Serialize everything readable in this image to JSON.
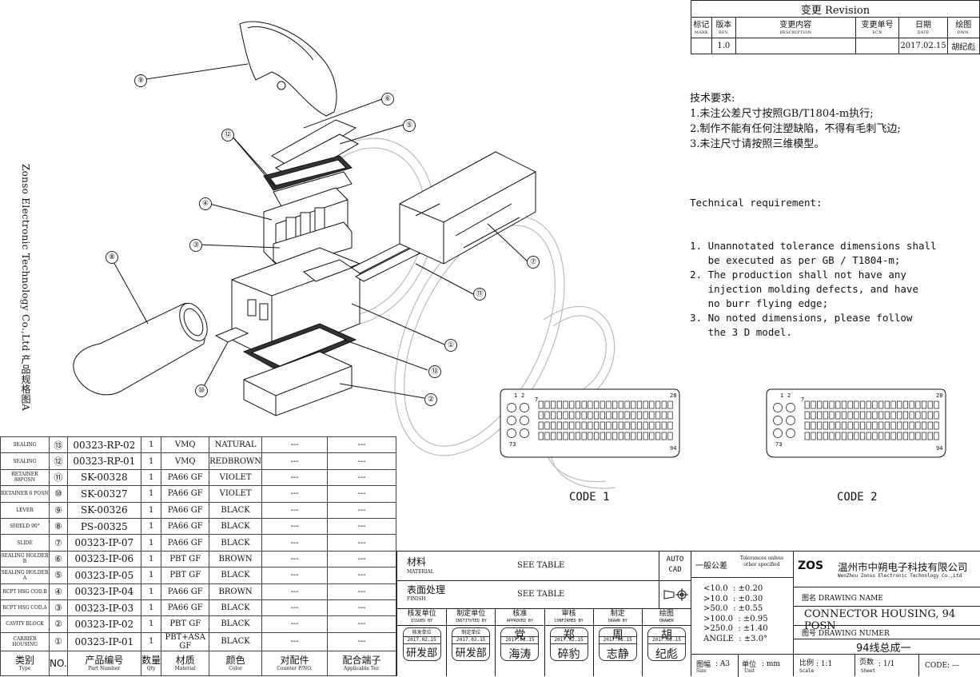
{
  "revision": {
    "title": "变更 Revision",
    "headers": [
      {
        "cn": "标记",
        "en": "MARK"
      },
      {
        "cn": "版本",
        "en": "REV."
      },
      {
        "cn": "变更内容",
        "en": "DESCRIPTION"
      },
      {
        "cn": "变更单号",
        "en": "ECN"
      },
      {
        "cn": "日期",
        "en": "DATE"
      },
      {
        "cn": "绘图",
        "en": "DWN."
      }
    ],
    "row": [
      "",
      "1.0",
      "",
      "",
      "2017.02.15",
      "胡纪彪"
    ]
  },
  "requirements": {
    "cn_title": "技术要求:",
    "cn_items": [
      "1.未注公差尺寸按照GB/T1804-m执行;",
      "2.制作不能有任何注塑缺陷，不得有毛刺飞边;",
      "3.未注尺寸请按照三维模型。"
    ],
    "en_title": "Technical requirement:",
    "en_items": [
      "1. Unannotated tolerance dimensions shall",
      "   be executed as per GB / T1804-m;",
      "2. The production shall not have any",
      "   injection molding defects, and have",
      "   no burr flying edge;",
      "3. No noted dimensions, please follow",
      "   the 3 D model."
    ]
  },
  "side_label": "Zonso Electronic Technology Co.,Ltd 产品规格图A",
  "callouts": [
    "⑨",
    "⑥",
    "⑤",
    "⑫",
    "④",
    "③",
    "⑧",
    "⑦",
    "⑪",
    "①",
    "⑬",
    "⑩",
    "②"
  ],
  "codes": [
    "CODE 1",
    "CODE 2"
  ],
  "code_pins": {
    "p1": "1",
    "p2": "2",
    "p7": "7",
    "p28": "28",
    "p73": "73",
    "p94": "94"
  },
  "bom": {
    "rows": [
      {
        "type": "SEALING",
        "no": "⑬",
        "part": "00323-RP-02",
        "qty": "1",
        "mat": "VMQ",
        "color": "NATURAL",
        "cpn": "---",
        "ter": "---"
      },
      {
        "type": "SEALING",
        "no": "⑫",
        "part": "00323-RP-01",
        "qty": "1",
        "mat": "VMQ",
        "color": "REDBROWN",
        "cpn": "---",
        "ter": "---"
      },
      {
        "type": "RETAINER 88POSN",
        "no": "⑪",
        "part": "SK-00328",
        "qty": "1",
        "mat": "PA66 GF",
        "color": "VIOLET",
        "cpn": "---",
        "ter": "---"
      },
      {
        "type": "RETAINER 6 POSN",
        "no": "⑩",
        "part": "SK-00327",
        "qty": "1",
        "mat": "PA66 GF",
        "color": "VIOLET",
        "cpn": "---",
        "ter": "---"
      },
      {
        "type": "LEVER",
        "no": "⑨",
        "part": "SK-00326",
        "qty": "1",
        "mat": "PA66 GF",
        "color": "BLACK",
        "cpn": "---",
        "ter": "---"
      },
      {
        "type": "SHIELD 90°",
        "no": "⑧",
        "part": "PS-00325",
        "qty": "1",
        "mat": "PA66 GF",
        "color": "BLACK",
        "cpn": "---",
        "ter": "---"
      },
      {
        "type": "SLIDE",
        "no": "⑦",
        "part": "00323-IP-07",
        "qty": "1",
        "mat": "PA66 GF",
        "color": "BLACK",
        "cpn": "---",
        "ter": "---"
      },
      {
        "type": "SEALING HOLDER B",
        "no": "⑥",
        "part": "00323-IP-06",
        "qty": "1",
        "mat": "PBT GF",
        "color": "BROWN",
        "cpn": "---",
        "ter": "---"
      },
      {
        "type": "SEALING HOLDER A",
        "no": "⑤",
        "part": "00323-IP-05",
        "qty": "1",
        "mat": "PBT GF",
        "color": "BLACK",
        "cpn": "---",
        "ter": "---"
      },
      {
        "type": "RCPT HSG COD.B",
        "no": "④",
        "part": "00323-IP-04",
        "qty": "1",
        "mat": "PA66 GF",
        "color": "BROWN",
        "cpn": "---",
        "ter": "---"
      },
      {
        "type": "RCPT HSG COD.A",
        "no": "③",
        "part": "00323-IP-03",
        "qty": "1",
        "mat": "PA66 GF",
        "color": "BLACK",
        "cpn": "---",
        "ter": "---"
      },
      {
        "type": "CAVITY BLOCK",
        "no": "②",
        "part": "00323-IP-02",
        "qty": "1",
        "mat": "PBT GF",
        "color": "BLACK",
        "cpn": "---",
        "ter": "---"
      },
      {
        "type": "CARRIER HOUSING",
        "no": "①",
        "part": "00323-IP-01",
        "qty": "1",
        "mat": "PBT+ASA GF",
        "color": "BLACK",
        "cpn": "---",
        "ter": "---"
      }
    ],
    "headers": [
      {
        "cn": "类别",
        "en": "Type"
      },
      {
        "cn": "NO.",
        "en": ""
      },
      {
        "cn": "产品编号",
        "en": "Part Number"
      },
      {
        "cn": "数量",
        "en": "Qty"
      },
      {
        "cn": "材质",
        "en": "Material"
      },
      {
        "cn": "颜色",
        "en": "Color"
      },
      {
        "cn": "对配件",
        "en": "Counter P/NO."
      },
      {
        "cn": "配合端子",
        "en": "Applicable Ter."
      }
    ]
  },
  "title_block": {
    "material_cn": "材料",
    "material_en": "MATERIAL",
    "material_val": "SEE TABLE",
    "finish_cn": "表面处理",
    "finish_en": "FINISH",
    "finish_val": "SEE TABLE",
    "auto_cad": "AUTO CAD",
    "roles": [
      {
        "cn": "核发单位",
        "en": "ISSUED BY",
        "dept": "核发单位",
        "date": "2017.02.15",
        "name": "研发部"
      },
      {
        "cn": "制定单位",
        "en": "INSTITUTED BY",
        "dept": "制定单位",
        "date": "2017.02.15",
        "name": "研发部"
      },
      {
        "cn": "核准",
        "en": "APPROVED BY",
        "dept": "党",
        "date": "2017.02.15",
        "name": "海涛"
      },
      {
        "cn": "审核",
        "en": "CONFIRMED BY",
        "dept": "郑",
        "date": "2017.02.15",
        "name": "碎豹"
      },
      {
        "cn": "制定",
        "en": "DRAWN BY",
        "dept": "周",
        "date": "2017.02.15",
        "name": "志静"
      },
      {
        "cn": "绘图",
        "en": "DRAWER",
        "dept": "胡",
        "date": "2017.02.15",
        "name": "纪彪"
      }
    ],
    "tol_cn": "一般公差",
    "tol_en": "Tolerances unless other specified",
    "tolerances": [
      "<10.0  : ±0.20",
      ">10.0  : ±0.30",
      ">50.0  : ±0.55",
      ">100.0  : ±0.95",
      ">250.0  : ±1.40",
      "ANGLE  : ±3.0°"
    ],
    "logo": "ZOS",
    "company_cn": "温州市中朔电子科技有限公司",
    "company_en": "WenZhou Zonso Electronic Technology Co.,Ltd",
    "drawing_name_label": "图名  DRAWING NAME",
    "drawing_name": "CONNECTOR HOUSING, 94 POSN",
    "drawing_no_label": "图号  DRAWING NUMER",
    "drawing_no": "94线总成一",
    "size_cn": "图幅",
    "size_en": "Size",
    "size_val": ": A3",
    "unit_cn": "单位",
    "unit_en": "Unit",
    "unit_val": ": mm",
    "scale_cn": "比例",
    "scale_en": "Scale",
    "scale_val": ": 1:1",
    "sheet_cn": "页数",
    "sheet_en": "Sheet",
    "sheet_val": ": 1/1",
    "code_label": "CODE: ---"
  }
}
